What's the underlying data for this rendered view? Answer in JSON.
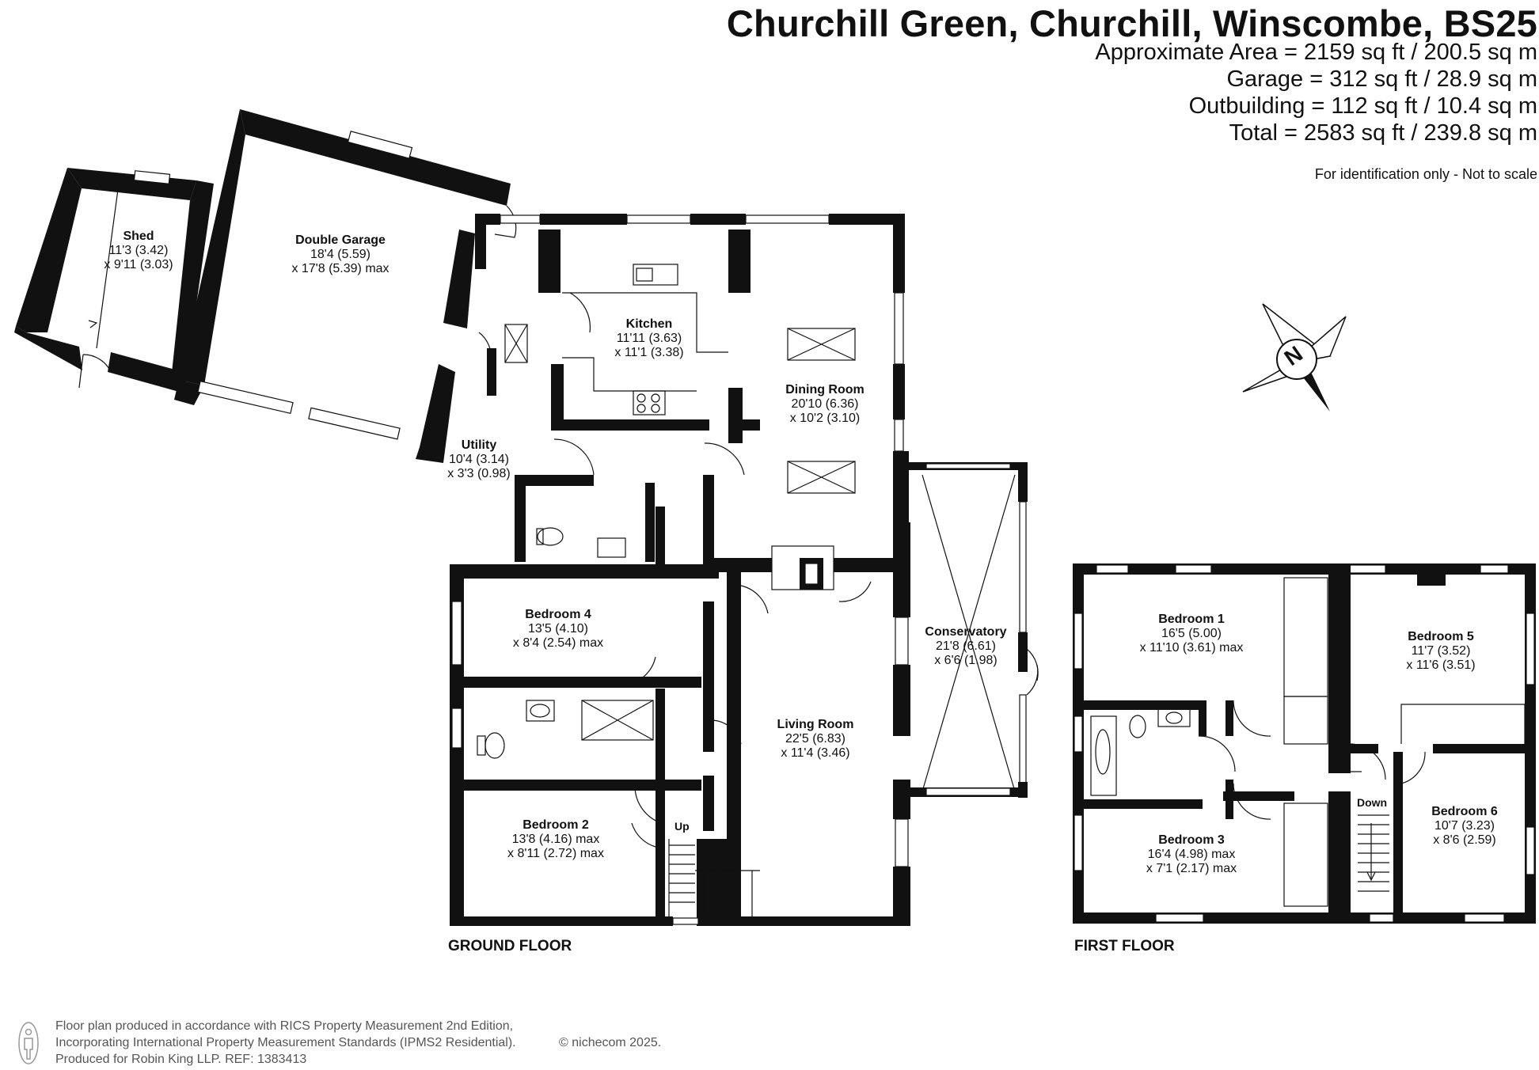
{
  "header": {
    "title": "Churchill Green, Churchill, Winscombe, BS25",
    "areas": [
      "Approximate Area = 2159 sq ft / 200.5 sq m",
      "Garage = 312 sq ft / 28.9 sq m",
      "Outbuilding = 112 sq ft / 10.4 sq m",
      "Total = 2583 sq ft / 239.8 sq m"
    ],
    "disclaimer": "For identification only - Not to scale"
  },
  "compass": {
    "label": "N"
  },
  "floors": [
    {
      "label": "GROUND FLOOR"
    },
    {
      "label": "FIRST FLOOR"
    }
  ],
  "rooms": {
    "shed": {
      "name": "Shed",
      "dims": [
        "11'3 (3.42)",
        "x 9'11 (3.03)"
      ]
    },
    "garage": {
      "name": "Double Garage",
      "dims": [
        "18'4 (5.59)",
        "x 17'8 (5.39) max"
      ]
    },
    "kitchen": {
      "name": "Kitchen",
      "dims": [
        "11'11 (3.63)",
        "x 11'1 (3.38)"
      ]
    },
    "dining": {
      "name": "Dining Room",
      "dims": [
        "20'10 (6.36)",
        "x 10'2 (3.10)"
      ]
    },
    "utility": {
      "name": "Utility",
      "dims": [
        "10'4 (3.14)",
        "x 3'3 (0.98)"
      ]
    },
    "bedroom4": {
      "name": "Bedroom 4",
      "dims": [
        "13'5 (4.10)",
        "x 8'4 (2.54) max"
      ]
    },
    "conservatory": {
      "name": "Conservatory",
      "dims": [
        "21'8 (6.61)",
        "x 6'6 (1.98)"
      ]
    },
    "living": {
      "name": "Living Room",
      "dims": [
        "22'5 (6.83)",
        "x 11'4 (3.46)"
      ]
    },
    "bedroom2": {
      "name": "Bedroom 2",
      "dims": [
        "13'8 (4.16) max",
        "x 8'11 (2.72) max"
      ]
    },
    "bedroom1": {
      "name": "Bedroom 1",
      "dims": [
        "16'5 (5.00)",
        "x 11'10 (3.61) max"
      ]
    },
    "bedroom5": {
      "name": "Bedroom 5",
      "dims": [
        "11'7 (3.52)",
        "x 11'6 (3.51)"
      ]
    },
    "bedroom3": {
      "name": "Bedroom 3",
      "dims": [
        "16'4 (4.98) max",
        "x 7'1 (2.17)  max"
      ]
    },
    "bedroom6": {
      "name": "Bedroom 6",
      "dims": [
        "10'7 (3.23)",
        "x 8'6 (2.59)"
      ]
    }
  },
  "stairs": {
    "up": "Up",
    "down": "Down"
  },
  "footer": {
    "lines": [
      "Floor plan produced in accordance with RICS Property Measurement 2nd Edition,",
      "Incorporating International Property Measurement Standards (IPMS2 Residential).",
      "Produced for Robin King LLP.   REF:  1383413"
    ],
    "credit": "© nichecom 2025."
  }
}
